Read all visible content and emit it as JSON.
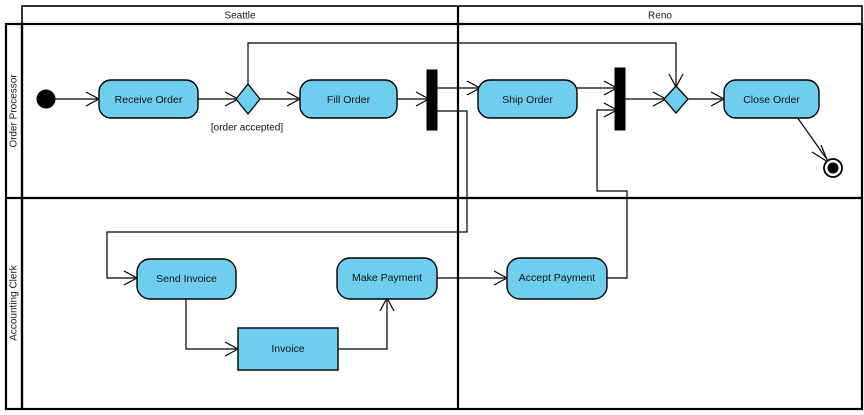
{
  "diagram": {
    "type": "uml-activity-diagram",
    "background": "#ffffff",
    "node_fill": "#6fcdee",
    "stroke": "#000000"
  },
  "partitions": {
    "columns": [
      {
        "id": "seattle",
        "label": "Seattle"
      },
      {
        "id": "reno",
        "label": "Reno"
      }
    ],
    "rows": [
      {
        "id": "order-processor",
        "label": "Order Processor"
      },
      {
        "id": "accounting-clerk",
        "label": "Accounting Clerk"
      }
    ]
  },
  "nodes": {
    "initial": {
      "kind": "initial-node",
      "label": ""
    },
    "receive_order": {
      "kind": "action",
      "label": "Receive Order"
    },
    "decision": {
      "kind": "decision",
      "label": ""
    },
    "fill_order": {
      "kind": "action",
      "label": "Fill Order"
    },
    "fork_bar": {
      "kind": "fork",
      "label": ""
    },
    "ship_order": {
      "kind": "action",
      "label": "Ship Order"
    },
    "join_bar": {
      "kind": "join",
      "label": ""
    },
    "merge": {
      "kind": "merge",
      "label": ""
    },
    "close_order": {
      "kind": "action",
      "label": "Close Order"
    },
    "final": {
      "kind": "activity-final",
      "label": ""
    },
    "send_invoice": {
      "kind": "action",
      "label": "Send Invoice"
    },
    "invoice": {
      "kind": "object",
      "label": "Invoice"
    },
    "make_payment": {
      "kind": "action",
      "label": "Make Payment"
    },
    "accept_payment": {
      "kind": "action",
      "label": "Accept Payment"
    }
  },
  "guards": {
    "order_accepted": "[order accepted]"
  },
  "edges": [
    {
      "from": "initial",
      "to": "receive_order"
    },
    {
      "from": "receive_order",
      "to": "decision"
    },
    {
      "from": "decision",
      "to": "fill_order",
      "guard": "[order accepted]"
    },
    {
      "from": "decision",
      "to": "merge"
    },
    {
      "from": "fill_order",
      "to": "fork_bar"
    },
    {
      "from": "fork_bar",
      "to": "ship_order"
    },
    {
      "from": "fork_bar",
      "to": "send_invoice"
    },
    {
      "from": "ship_order",
      "to": "join_bar"
    },
    {
      "from": "join_bar",
      "to": "merge"
    },
    {
      "from": "merge",
      "to": "close_order"
    },
    {
      "from": "close_order",
      "to": "final"
    },
    {
      "from": "send_invoice",
      "to": "invoice"
    },
    {
      "from": "invoice",
      "to": "make_payment"
    },
    {
      "from": "make_payment",
      "to": "accept_payment"
    },
    {
      "from": "accept_payment",
      "to": "join_bar"
    }
  ]
}
